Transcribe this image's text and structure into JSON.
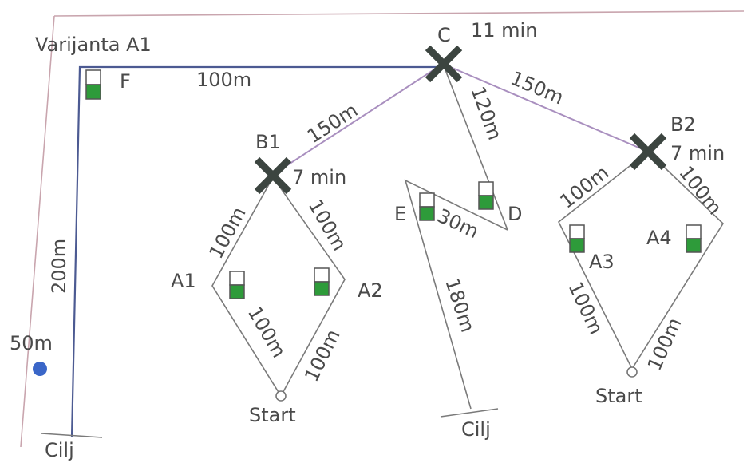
{
  "title": "Varijanta A1",
  "legs": {
    "f_c": "100m",
    "cilj_f": "200m",
    "left_50": "50m",
    "c_b1": "150m",
    "c_b2": "150m",
    "c_d": "120m",
    "d_e": "30m",
    "e_cilj": "180m",
    "b1_a1": "100m",
    "b1_a2": "100m",
    "a1_start": "100m",
    "a2_start": "100m",
    "b2_a3": "100m",
    "b2_a4": "100m",
    "a3_start": "100m",
    "a4_start": "100m"
  },
  "nodes": {
    "C": "C",
    "C_time": "11 min",
    "B1": "B1",
    "B1_time": "7 min",
    "B2": "B2",
    "B2_time": "7 min",
    "A1": "A1",
    "A2": "A2",
    "A3": "A3",
    "A4": "A4",
    "D": "D",
    "E": "E",
    "F": "F"
  },
  "ends": {
    "start_left": "Start",
    "start_right": "Start",
    "cilj_left": "Cilj",
    "cilj_mid": "Cilj"
  },
  "colors": {
    "fill_green": "#2e9b3a",
    "marker_blue": "#3a66c8",
    "cross": "#3c4540"
  },
  "icons": {
    "checkpoint": "checkpoint-flag-icon",
    "junction": "cross-junction-icon",
    "start": "start-circle-icon",
    "position": "position-dot-icon"
  }
}
